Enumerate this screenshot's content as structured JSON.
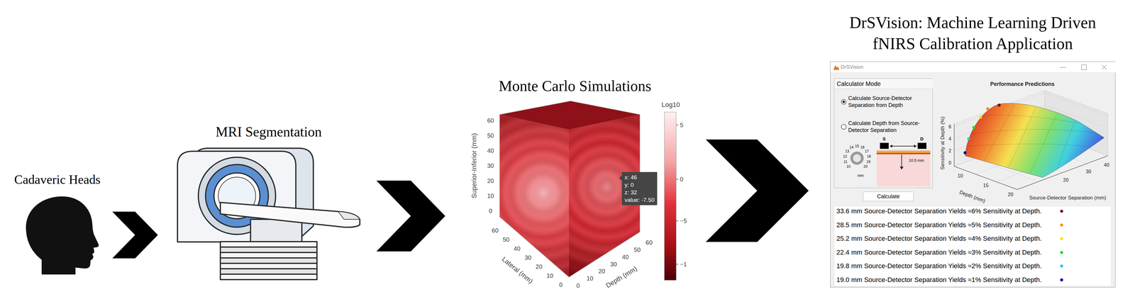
{
  "diagram": {
    "nodes": [
      {
        "text": [
          "Cadaveric Heads"
        ]
      },
      {
        "text": [
          "MRI Segmentation"
        ]
      },
      {
        "text": [
          "Monte Carlo Simulations"
        ]
      },
      {
        "text": [
          "x: 46",
          "y: 0",
          "z: 32",
          "value: -7.50"
        ],
        "in": 2
      },
      {
        "text": [
          "DrSVision: Machine Learning Driven fNIRS Calibration Application"
        ]
      },
      {
        "text": [
          "DrSVision"
        ],
        "in": 4
      },
      {
        "text": [
          "Calculator Mode",
          "Calculate Source-Detector Separation from Depth",
          "Calculate Depth from Source-Detector Separation"
        ],
        "in": 5
      },
      {
        "text": [
          "Calculate"
        ],
        "in": 5
      }
    ],
    "edges": [
      {
        "from": 0,
        "to": 1,
        "arrow": "to"
      },
      {
        "from": 1,
        "to": 2,
        "arrow": "to"
      },
      {
        "from": 2,
        "to": 4,
        "arrow": "to"
      }
    ],
    "labels": [
      "Superior-Inferior (mm)",
      "60",
      "50",
      "40",
      "30",
      "20",
      "10",
      "0",
      "Lateral (mm)",
      "0",
      "10",
      "20",
      "30",
      "40",
      "50",
      "60",
      "Depth (mm)",
      "0",
      "10",
      "20",
      "30",
      "40",
      "50",
      "60",
      "Log10",
      "5",
      "0",
      "−5",
      "−1",
      "10",
      "11",
      "12",
      "13",
      "14",
      "15",
      "16",
      "17",
      "18",
      "19",
      "20",
      "mm",
      "S",
      "D",
      "10.5 mm",
      "Performance Predictions",
      "Sensitivity at Depth (%)",
      "0",
      "2",
      "4",
      "6",
      "Depth (mm)",
      "10",
      "15",
      "20",
      "Source-Detector Separation (mm)",
      "20",
      "30",
      "40"
    ],
    "legend": [
      {
        "text": "33.6 mm Source-Detector Separation Yields ≈6% Sensitivity at Depth.",
        "color": "#800000"
      },
      {
        "text": "28.5 mm Source-Detector Separation Yields ≈5% Sensitivity at Depth.",
        "color": "#ff8c1a"
      },
      {
        "text": "25.2 mm Source-Detector Separation Yields ≈4% Sensitivity at Depth.",
        "color": "#f2e600"
      },
      {
        "text": "22.4 mm Source-Detector Separation Yields ≈3% Sensitivity at Depth.",
        "color": "#22dd22"
      },
      {
        "text": "19.8 mm Source-Detector Separation Yields ≈2% Sensitivity at Depth.",
        "color": "#11ccee"
      },
      {
        "text": "19.0 mm Source-Detector Separation Yields ≈1% Sensitivity at Depth.",
        "color": "#000099"
      }
    ]
  }
}
